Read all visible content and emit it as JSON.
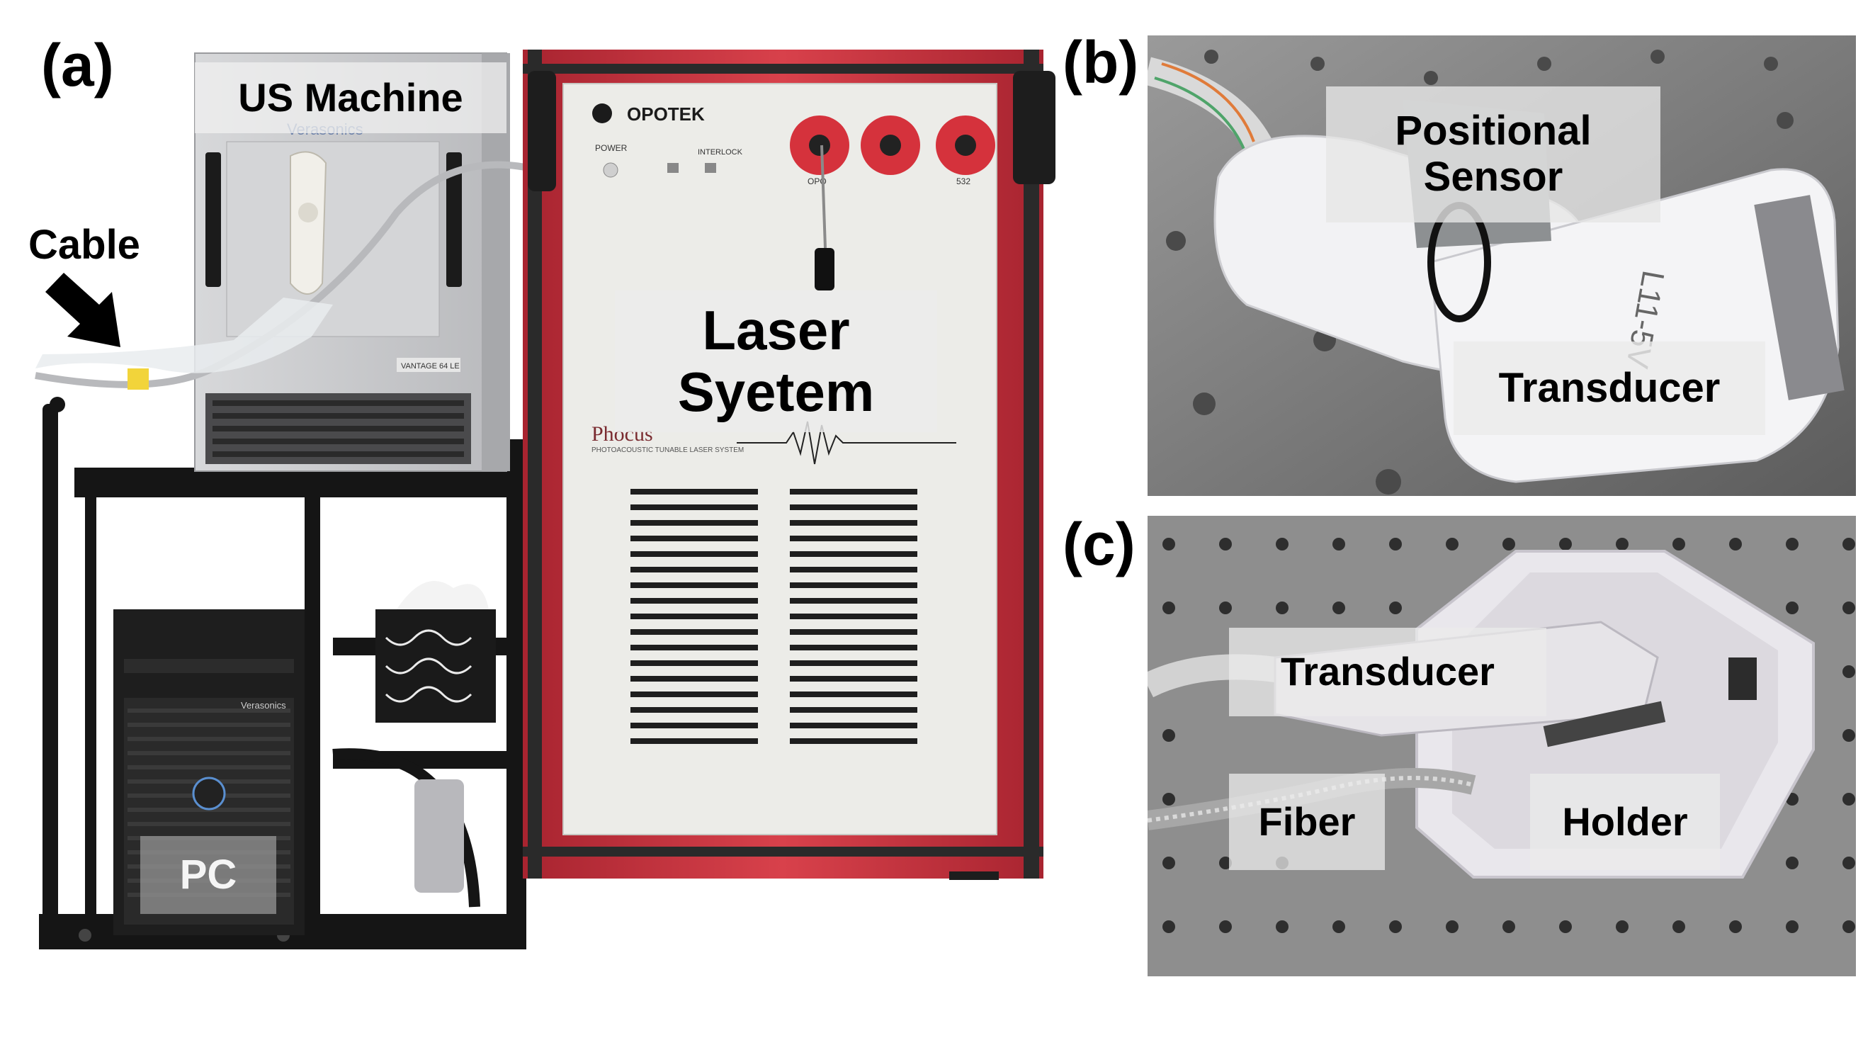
{
  "panels": {
    "a": {
      "label": "(a)",
      "callouts": {
        "us_machine": "US Machine",
        "cable": "Cable",
        "laser_line1": "Laser",
        "laser_line2": "Syetem",
        "pc": "PC"
      },
      "device_text": {
        "verasonics": "Verasonics",
        "vantage": "VANTAGE 64 LE",
        "opotek": "OPOTEK",
        "power": "POWER",
        "interlock": "INTERLOCK",
        "opo": "OPO",
        "p532": "532",
        "phocus": "Phocus",
        "phocus_sub": "PHOTOACOUSTIC TUNABLE LASER SYSTEM",
        "pc_brand": "Verasonics"
      }
    },
    "b": {
      "label": "(b)",
      "callouts": {
        "sensor_line1": "Positional",
        "sensor_line2": "Sensor",
        "transducer": "Transducer"
      },
      "device_text": {
        "probe_model": "L11-5V"
      }
    },
    "c": {
      "label": "(c)",
      "callouts": {
        "transducer": "Transducer",
        "fiber": "Fiber",
        "holder": "Holder"
      }
    }
  },
  "colors": {
    "laser_frame_red": "#c8323c",
    "cabinet_white": "#ecece8",
    "us_machine_gray": "#c9cacc",
    "cart_black": "#151515",
    "breadboard_gray": "#8f8f8f",
    "holder_white": "#e9e7ec"
  }
}
